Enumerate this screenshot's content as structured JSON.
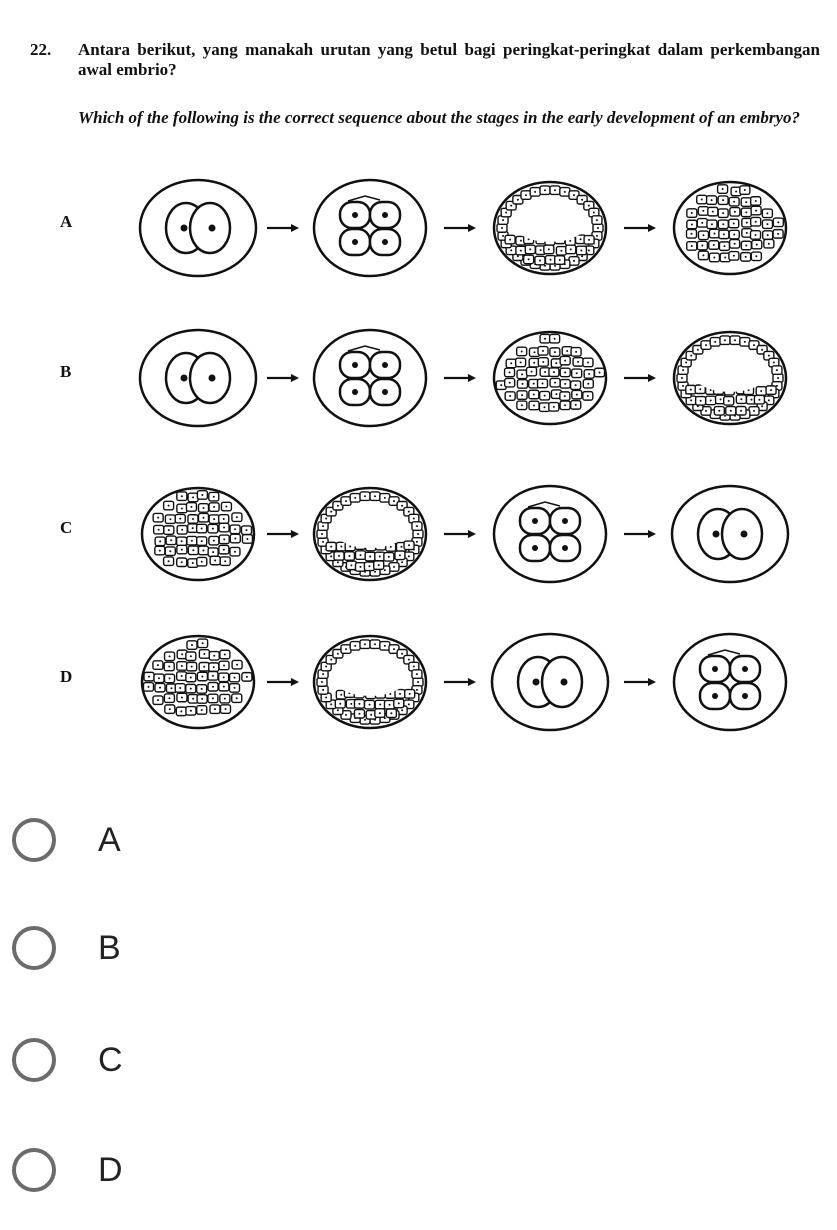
{
  "question": {
    "number": "22.",
    "text_ms": "Antara berikut, yang manakah urutan yang betul bagi peringkat-peringkat dalam perkembangan awal embrio?",
    "text_en": "Which of the following is the correct sequence about the stages in the early development of an embryo?"
  },
  "rows": [
    {
      "label": "A",
      "stages": [
        "two-cell",
        "four-cell",
        "blastula",
        "morula"
      ]
    },
    {
      "label": "B",
      "stages": [
        "two-cell",
        "four-cell",
        "morula",
        "blastula"
      ]
    },
    {
      "label": "C",
      "stages": [
        "morula",
        "blastula",
        "four-cell",
        "two-cell"
      ]
    },
    {
      "label": "D",
      "stages": [
        "morula",
        "blastula",
        "two-cell",
        "four-cell"
      ]
    }
  ],
  "options": [
    {
      "label": "A"
    },
    {
      "label": "B"
    },
    {
      "label": "C"
    },
    {
      "label": "D"
    }
  ],
  "icons": {
    "arrow": "right-arrow-icon",
    "radio": "radio-unchecked-icon"
  }
}
